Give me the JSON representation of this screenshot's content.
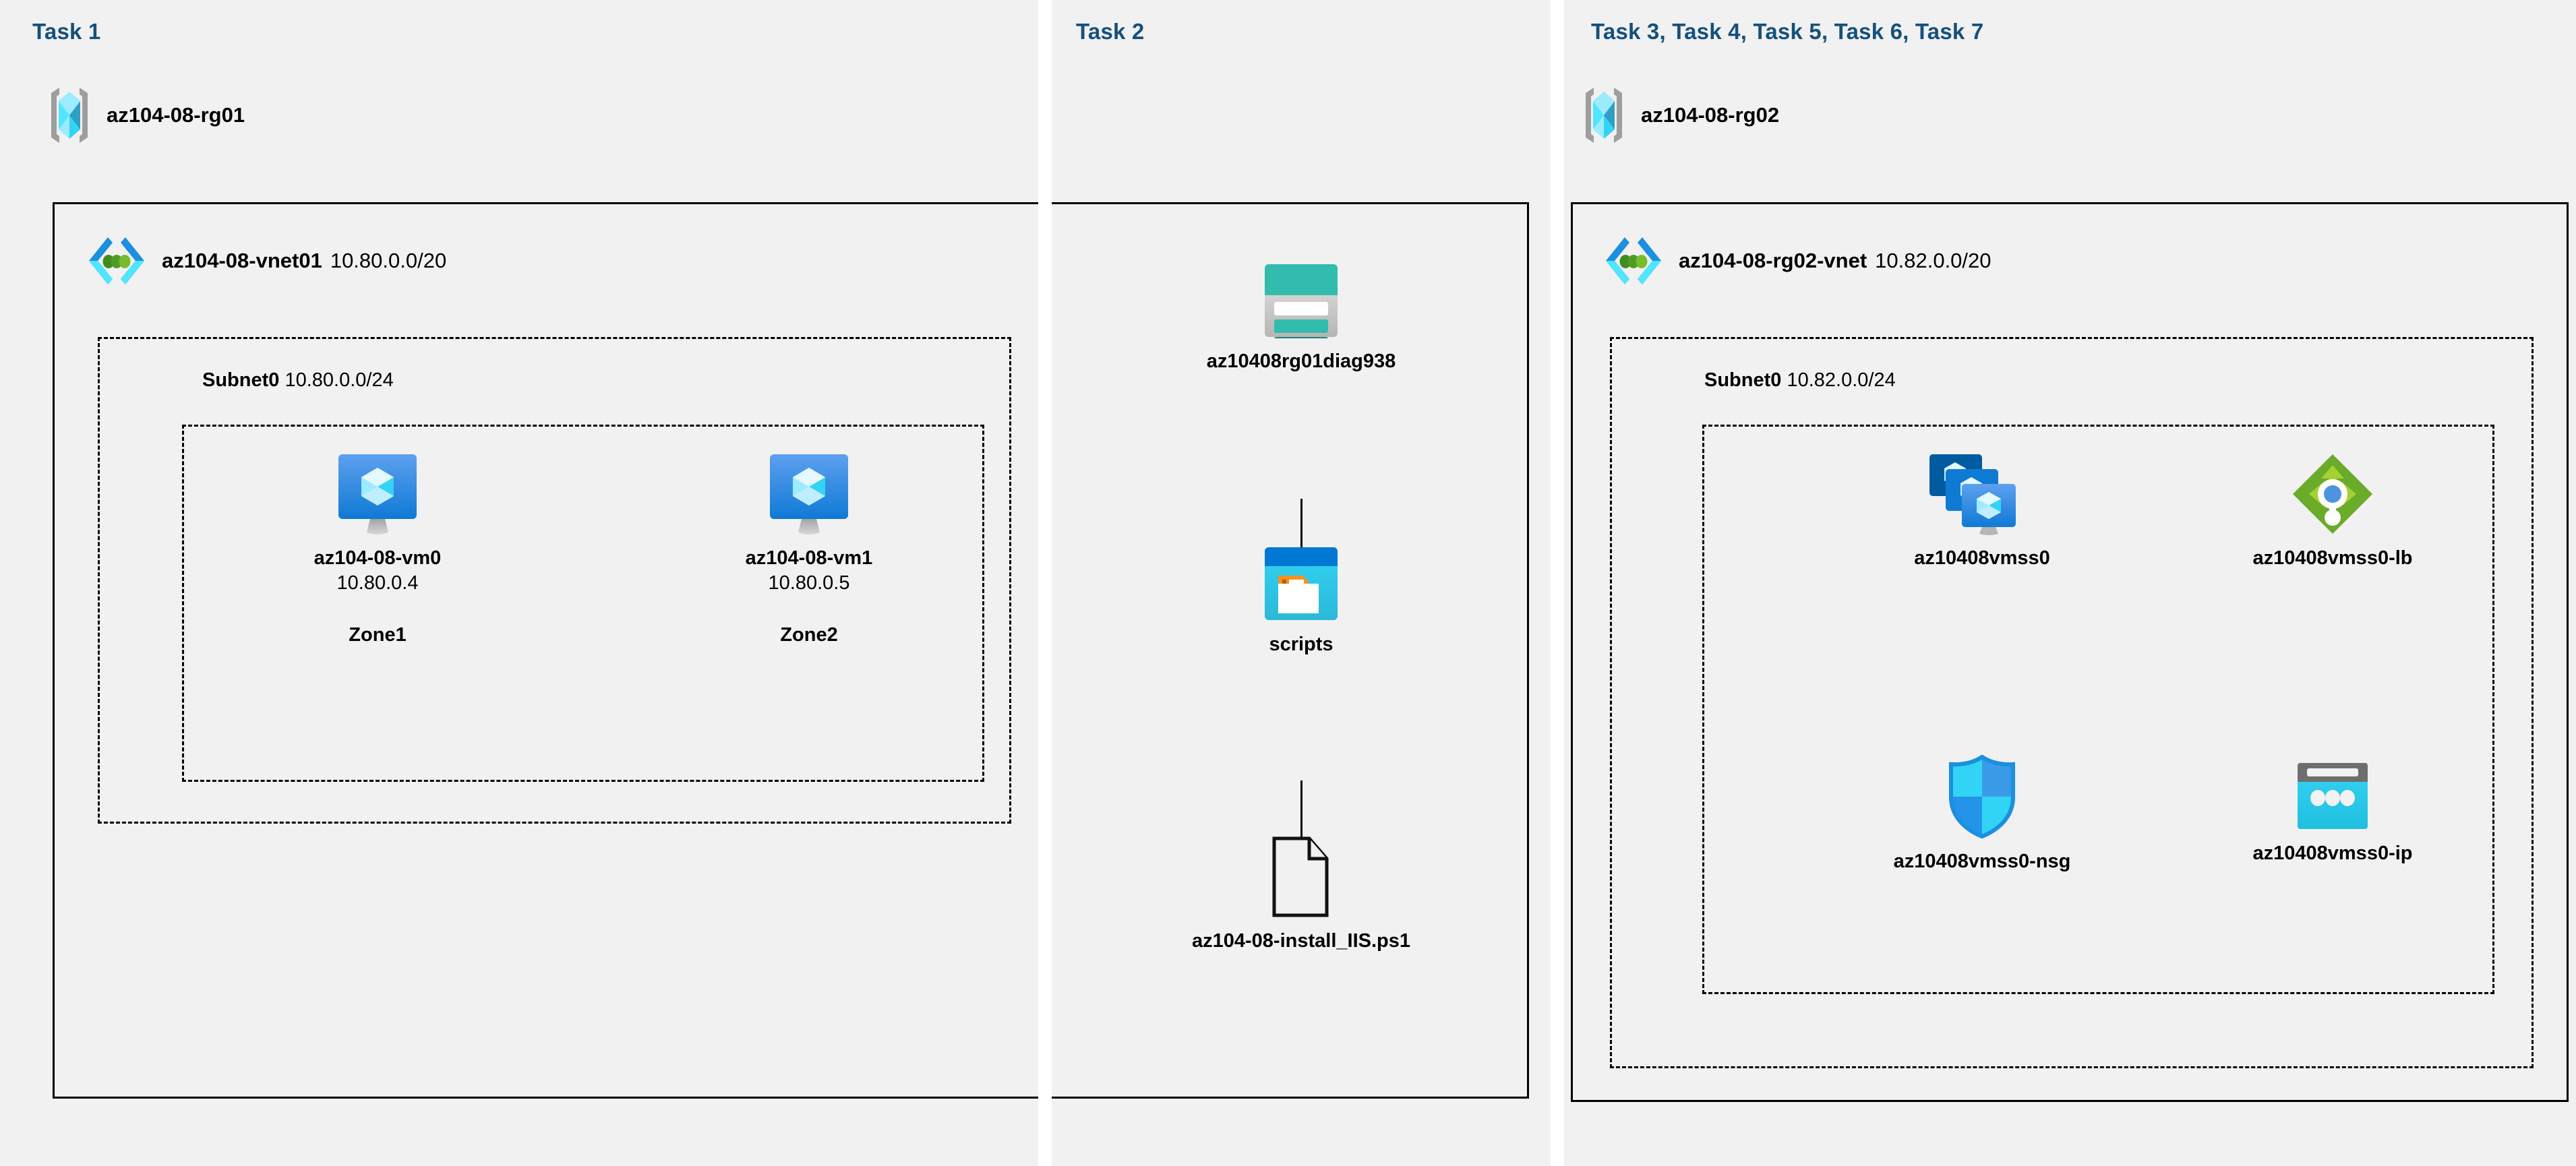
{
  "panels": [
    {
      "task_label": "Task 1"
    },
    {
      "task_label": "Task 2"
    },
    {
      "task_label": "Task 3, Task 4, Task 5, Task 6, Task 7"
    }
  ],
  "colors": {
    "panel_background": "#f1f1f1",
    "page_background": "#ffffff",
    "task_label": "#14507d",
    "border": "#000000",
    "vm_blue": "#1f85de",
    "vmss_dark_blue": "#005ba1",
    "storage_teal": "#32bcad",
    "blob_blue": "#0078d4",
    "blob_cyan": "#32d4f5",
    "folder_orange": "#f7921e",
    "lb_green": "#6aab2a",
    "lb_arrow_green": "#a4d232",
    "lb_dot_blue": "#4c94e0",
    "nsg_cyan": "#32d4f5",
    "nsg_blue": "#3b9ae8",
    "pip_cyan": "#32c5f4",
    "pip_gray": "#6e6e6e",
    "rg_bracket_gray": "#9e9e9e",
    "rg_cube_cyan": "#50e6ff"
  },
  "task1": {
    "resource_group": {
      "name": "az104-08-rg01",
      "icon": "resource-group-icon"
    },
    "vnet": {
      "name": "az104-08-vnet01",
      "cidr": "10.80.0.0/20",
      "icon": "virtual-network-icon"
    },
    "subnet": {
      "name": "Subnet0",
      "cidr": "10.80.0.0/24"
    },
    "vms": [
      {
        "name": "az104-08-vm0",
        "ip": "10.80.0.4",
        "zone": "Zone1",
        "icon": "virtual-machine-icon"
      },
      {
        "name": "az104-08-vm1",
        "ip": "10.80.0.5",
        "zone": "Zone2",
        "icon": "virtual-machine-icon"
      }
    ]
  },
  "task2": {
    "storage_account": {
      "name": "az10408rg01diag938",
      "icon": "storage-account-icon"
    },
    "container": {
      "name": "scripts",
      "icon": "blob-container-icon"
    },
    "file": {
      "name": "az104-08-install_IIS.ps1",
      "icon": "document-file-icon"
    }
  },
  "task3": {
    "resource_group": {
      "name": "az104-08-rg02",
      "icon": "resource-group-icon"
    },
    "vnet": {
      "name": "az104-08-rg02-vnet",
      "cidr": "10.82.0.0/20",
      "icon": "virtual-network-icon"
    },
    "subnet": {
      "name": "Subnet0",
      "cidr": "10.82.0.0/24"
    },
    "resources": [
      {
        "name": "az10408vmss0",
        "icon": "vm-scale-set-icon"
      },
      {
        "name": "az10408vmss0-lb",
        "icon": "load-balancer-icon"
      },
      {
        "name": "az10408vmss0-nsg",
        "icon": "network-security-group-icon"
      },
      {
        "name": "az10408vmss0-ip",
        "icon": "public-ip-address-icon"
      }
    ]
  }
}
